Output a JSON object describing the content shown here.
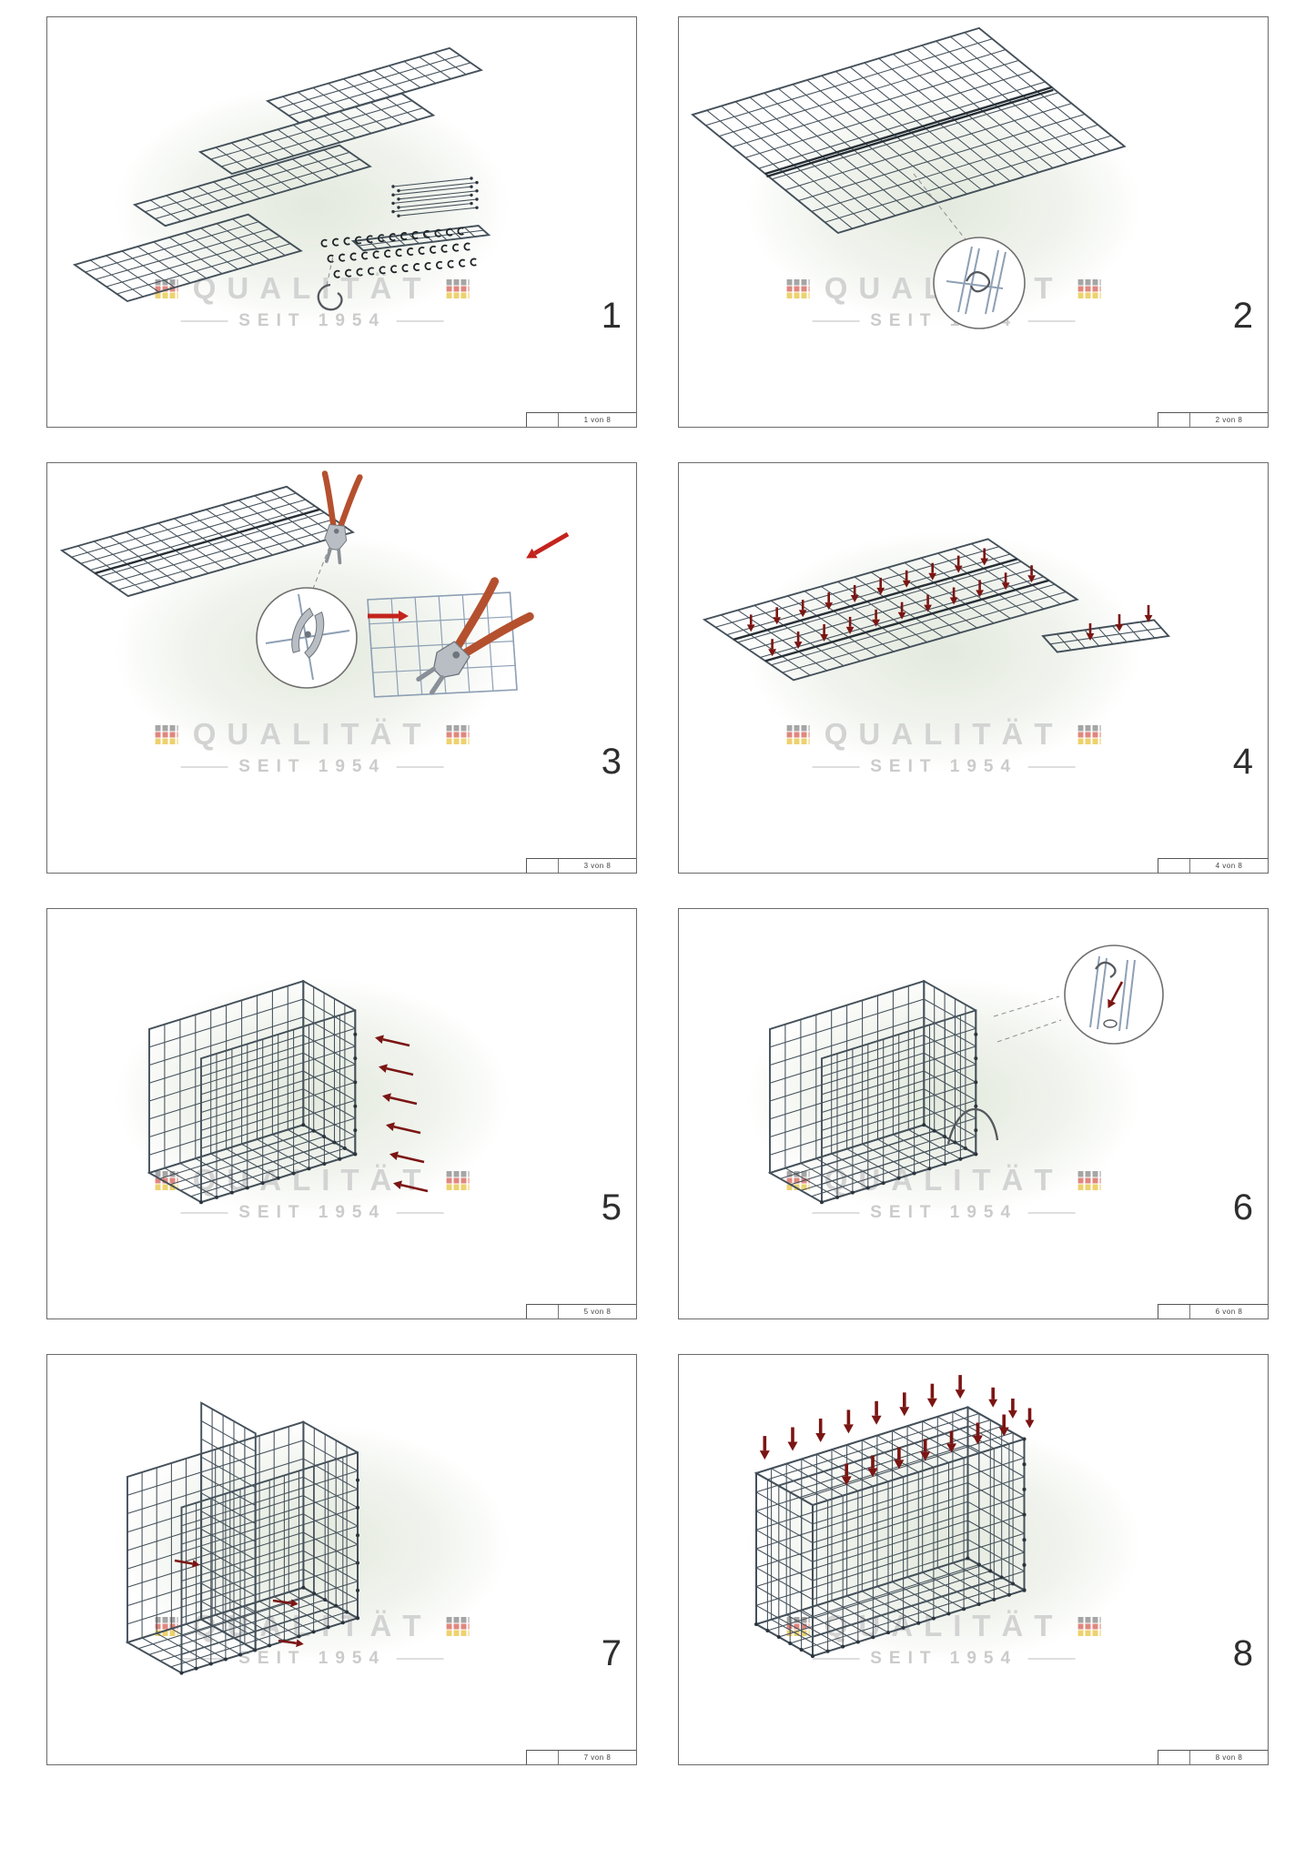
{
  "watermark": {
    "line1": "QUALITÄT",
    "line2": "SEIT 1954"
  },
  "panels": [
    {
      "step": "1",
      "sheet_label": "1 von 8",
      "illustration": "parts-overview-mesh-panels-rods-clips-hook"
    },
    {
      "step": "2",
      "sheet_label": "2 von 8",
      "illustration": "flat-panels-joined-with-spiral-detail"
    },
    {
      "step": "3",
      "sheet_label": "3 von 8",
      "illustration": "cutting-mesh-with-pliers-and-clamp-detail"
    },
    {
      "step": "4",
      "sheet_label": "4 von 8",
      "illustration": "clipping-extension-panels-along-fold-lines"
    },
    {
      "step": "5",
      "sheet_label": "5 von 8",
      "illustration": "walls-raised-on-base-attach-end-panel"
    },
    {
      "step": "6",
      "sheet_label": "6 von 8",
      "illustration": "lacing-spiral-connection-detail"
    },
    {
      "step": "7",
      "sheet_label": "7 von 8",
      "illustration": "partition-inserted-clips-fixed"
    },
    {
      "step": "8",
      "sheet_label": "8 von 8",
      "illustration": "lid-closed-press-down-and-clip"
    }
  ],
  "colors": {
    "mesh_wire": "#44505a",
    "light_wire": "#8ea0b5",
    "arrow_dark_red": "#7b1513",
    "arrow_bright_red": "#c3241c",
    "tool_handle_red": "#b5502e",
    "tool_metal_gray": "#b9bec4",
    "watermark_green": "#a9bc98",
    "watermark_text_gray": "#d3d3d3",
    "flag_black": "#909090",
    "flag_red": "#d96a5f",
    "flag_gold": "#e9c84b"
  }
}
